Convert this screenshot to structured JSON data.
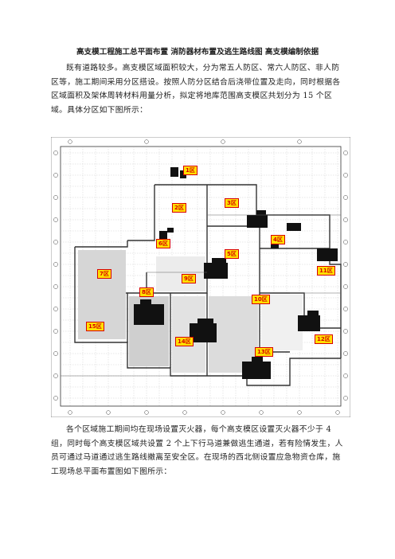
{
  "doc": {
    "title": "高支模工程施工总平面布置  消防器材布置及逃生路线图  高支模编制依据",
    "para1": "既有道路较多。高支模区域面积较大，分为常五人防区、常六人防区、非人防区等，施工期间采用分区搭设。按照人防分区结合后浇带位置及走向，同时根据各区域面积及架体周转材料用量分析，拟定将地库范围高支模区共划分为 15 个区域。具体分区如下图所示：",
    "para2": "各个区域施工期间均在现场设置灭火器，每个高支模区设置灭火器不少于 4 组，同时每个高支模区域共设置 2 个上下行马道兼做逃生通道，若有险情发生，人员可通过马道通过逃生路线撤离至安全区。在现场的西北侧设置应急物资仓库，施工现场总平面布置图如下图所示："
  },
  "plan": {
    "zones": [
      {
        "label": "1区"
      },
      {
        "label": "2区"
      },
      {
        "label": "3区"
      },
      {
        "label": "4区"
      },
      {
        "label": "5区"
      },
      {
        "label": "6区"
      },
      {
        "label": "7区"
      },
      {
        "label": "8区"
      },
      {
        "label": "9区"
      },
      {
        "label": "10区"
      },
      {
        "label": "11区"
      },
      {
        "label": "12区"
      },
      {
        "label": "13区"
      },
      {
        "label": "14区"
      },
      {
        "label": "15区"
      }
    ]
  }
}
